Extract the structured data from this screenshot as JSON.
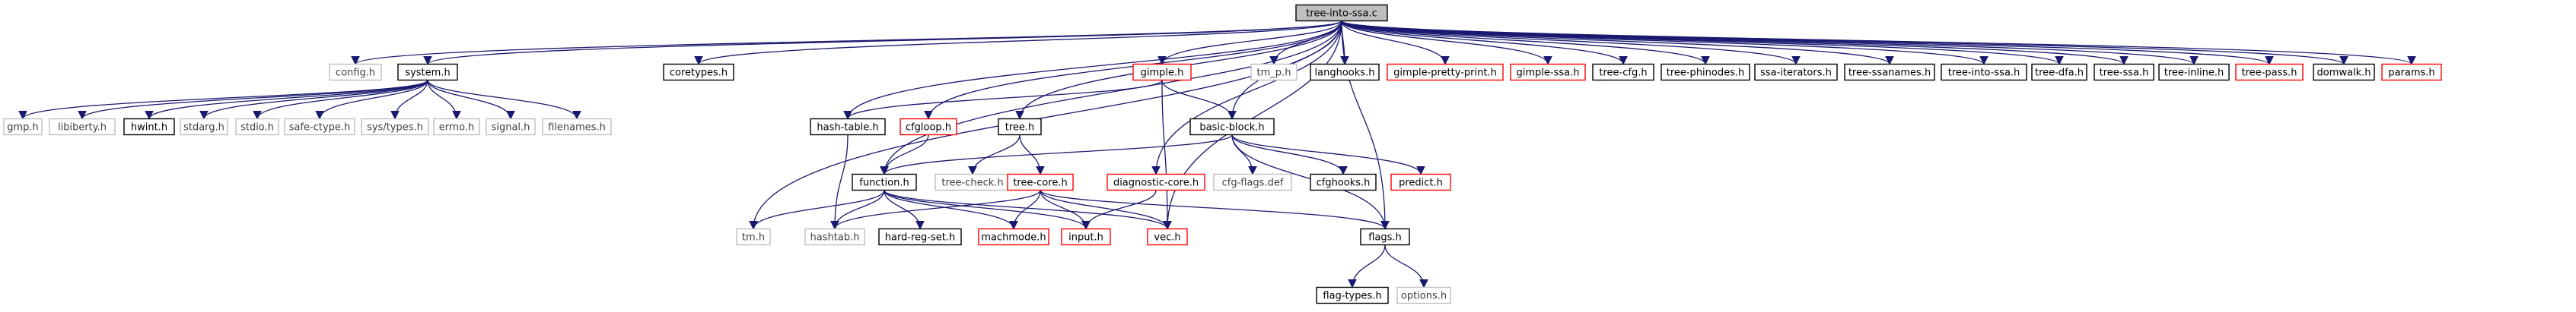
{
  "graph": {
    "title": "",
    "root": "tree-into-ssa.c",
    "colors": {
      "edge": "#191970",
      "root_fill": "#bfbfbf",
      "border_black": "#000000",
      "border_red": "#ff0000",
      "border_gray": "#bfbfbf",
      "text_default": "#000000",
      "text_gray": "#404040"
    },
    "nodes": [
      {
        "id": "tree-into-ssa-c",
        "label": "tree-into-ssa.c",
        "style": "root"
      },
      {
        "id": "config-h",
        "label": "config.h",
        "style": "gray"
      },
      {
        "id": "system-h",
        "label": "system.h",
        "style": "black"
      },
      {
        "id": "coretypes-h",
        "label": "coretypes.h",
        "style": "black"
      },
      {
        "id": "hash-table-h",
        "label": "hash-table.h",
        "style": "black"
      },
      {
        "id": "cfgloop-h",
        "label": "cfgloop.h",
        "style": "red"
      },
      {
        "id": "tree-h",
        "label": "tree.h",
        "style": "black"
      },
      {
        "id": "gimple-h",
        "label": "gimple.h",
        "style": "red"
      },
      {
        "id": "tm-p-h",
        "label": "tm_p.h",
        "style": "gray"
      },
      {
        "id": "langhooks-h",
        "label": "langhooks.h",
        "style": "black"
      },
      {
        "id": "gimple-pretty-print-h",
        "label": "gimple-pretty-print.h",
        "style": "red"
      },
      {
        "id": "gimple-ssa-h",
        "label": "gimple-ssa.h",
        "style": "red"
      },
      {
        "id": "tree-cfg-h",
        "label": "tree-cfg.h",
        "style": "black"
      },
      {
        "id": "tree-phinodes-h",
        "label": "tree-phinodes.h",
        "style": "black"
      },
      {
        "id": "ssa-iterators-h",
        "label": "ssa-iterators.h",
        "style": "black"
      },
      {
        "id": "tree-ssanames-h",
        "label": "tree-ssanames.h",
        "style": "black"
      },
      {
        "id": "tree-into-ssa-h",
        "label": "tree-into-ssa.h",
        "style": "black"
      },
      {
        "id": "tree-dfa-h",
        "label": "tree-dfa.h",
        "style": "black"
      },
      {
        "id": "tree-ssa-h",
        "label": "tree-ssa.h",
        "style": "black"
      },
      {
        "id": "tree-inline-h",
        "label": "tree-inline.h",
        "style": "black"
      },
      {
        "id": "tree-pass-h",
        "label": "tree-pass.h",
        "style": "red"
      },
      {
        "id": "domwalk-h",
        "label": "domwalk.h",
        "style": "black"
      },
      {
        "id": "params-h",
        "label": "params.h",
        "style": "red"
      },
      {
        "id": "gmp-h",
        "label": "gmp.h",
        "style": "gray"
      },
      {
        "id": "libiberty-h",
        "label": "libiberty.h",
        "style": "gray"
      },
      {
        "id": "hwint-h",
        "label": "hwint.h",
        "style": "black"
      },
      {
        "id": "stdarg-h",
        "label": "stdarg.h",
        "style": "gray"
      },
      {
        "id": "stdio-h",
        "label": "stdio.h",
        "style": "gray"
      },
      {
        "id": "safe-ctype-h",
        "label": "safe-ctype.h",
        "style": "gray"
      },
      {
        "id": "sys-types-h",
        "label": "sys/types.h",
        "style": "gray"
      },
      {
        "id": "errno-h",
        "label": "errno.h",
        "style": "gray"
      },
      {
        "id": "signal-h",
        "label": "signal.h",
        "style": "gray"
      },
      {
        "id": "filenames-h",
        "label": "filenames.h",
        "style": "gray"
      },
      {
        "id": "basic-block-h",
        "label": "basic-block.h",
        "style": "black"
      },
      {
        "id": "tree-check-h",
        "label": "tree-check.h",
        "style": "gray"
      },
      {
        "id": "tree-core-h",
        "label": "tree-core.h",
        "style": "red"
      },
      {
        "id": "diagnostic-core-h",
        "label": "diagnostic-core.h",
        "style": "red"
      },
      {
        "id": "function-h",
        "label": "function.h",
        "style": "black"
      },
      {
        "id": "cfg-flags-def",
        "label": "cfg-flags.def",
        "style": "gray"
      },
      {
        "id": "cfghooks-h",
        "label": "cfghooks.h",
        "style": "black"
      },
      {
        "id": "predict-h",
        "label": "predict.h",
        "style": "red"
      },
      {
        "id": "tm-h",
        "label": "tm.h",
        "style": "gray"
      },
      {
        "id": "hashtab-h",
        "label": "hashtab.h",
        "style": "gray"
      },
      {
        "id": "hard-reg-set-h",
        "label": "hard-reg-set.h",
        "style": "black"
      },
      {
        "id": "machmode-h",
        "label": "machmode.h",
        "style": "red"
      },
      {
        "id": "input-h",
        "label": "input.h",
        "style": "red"
      },
      {
        "id": "vec-h",
        "label": "vec.h",
        "style": "red"
      },
      {
        "id": "flags-h",
        "label": "flags.h",
        "style": "black"
      },
      {
        "id": "flag-types-h",
        "label": "flag-types.h",
        "style": "black"
      },
      {
        "id": "options-h",
        "label": "options.h",
        "style": "gray"
      }
    ],
    "edges": [
      [
        "tree-into-ssa-c",
        "config-h"
      ],
      [
        "tree-into-ssa-c",
        "system-h"
      ],
      [
        "tree-into-ssa-c",
        "coretypes-h"
      ],
      [
        "tree-into-ssa-c",
        "hash-table-h"
      ],
      [
        "tree-into-ssa-c",
        "cfgloop-h"
      ],
      [
        "tree-into-ssa-c",
        "tree-h"
      ],
      [
        "tree-into-ssa-c",
        "gimple-h"
      ],
      [
        "tree-into-ssa-c",
        "tm-p-h"
      ],
      [
        "tree-into-ssa-c",
        "langhooks-h"
      ],
      [
        "tree-into-ssa-c",
        "gimple-pretty-print-h"
      ],
      [
        "tree-into-ssa-c",
        "gimple-ssa-h"
      ],
      [
        "tree-into-ssa-c",
        "tree-cfg-h"
      ],
      [
        "tree-into-ssa-c",
        "tree-phinodes-h"
      ],
      [
        "tree-into-ssa-c",
        "ssa-iterators-h"
      ],
      [
        "tree-into-ssa-c",
        "tree-ssanames-h"
      ],
      [
        "tree-into-ssa-c",
        "tree-into-ssa-h"
      ],
      [
        "tree-into-ssa-c",
        "tree-dfa-h"
      ],
      [
        "tree-into-ssa-c",
        "tree-ssa-h"
      ],
      [
        "tree-into-ssa-c",
        "tree-inline-h"
      ],
      [
        "tree-into-ssa-c",
        "tree-pass-h"
      ],
      [
        "tree-into-ssa-c",
        "domwalk-h"
      ],
      [
        "tree-into-ssa-c",
        "params-h"
      ],
      [
        "tree-into-ssa-c",
        "basic-block-h"
      ],
      [
        "tree-into-ssa-c",
        "function-h"
      ],
      [
        "tree-into-ssa-c",
        "diagnostic-core-h"
      ],
      [
        "tree-into-ssa-c",
        "tm-h"
      ],
      [
        "tree-into-ssa-c",
        "vec-h"
      ],
      [
        "tree-into-ssa-c",
        "flags-h"
      ],
      [
        "system-h",
        "gmp-h"
      ],
      [
        "system-h",
        "libiberty-h"
      ],
      [
        "system-h",
        "hwint-h"
      ],
      [
        "system-h",
        "stdarg-h"
      ],
      [
        "system-h",
        "stdio-h"
      ],
      [
        "system-h",
        "safe-ctype-h"
      ],
      [
        "system-h",
        "sys-types-h"
      ],
      [
        "system-h",
        "errno-h"
      ],
      [
        "system-h",
        "signal-h"
      ],
      [
        "system-h",
        "filenames-h"
      ],
      [
        "hash-table-h",
        "hashtab-h"
      ],
      [
        "cfgloop-h",
        "function-h"
      ],
      [
        "tree-h",
        "tree-check-h"
      ],
      [
        "tree-h",
        "tree-core-h"
      ],
      [
        "gimple-h",
        "hash-table-h"
      ],
      [
        "gimple-h",
        "basic-block-h"
      ],
      [
        "gimple-h",
        "vec-h"
      ],
      [
        "basic-block-h",
        "function-h"
      ],
      [
        "basic-block-h",
        "cfg-flags-def"
      ],
      [
        "basic-block-h",
        "cfghooks-h"
      ],
      [
        "basic-block-h",
        "predict-h"
      ],
      [
        "basic-block-h",
        "flags-h"
      ],
      [
        "diagnostic-core-h",
        "input-h"
      ],
      [
        "function-h",
        "tm-h"
      ],
      [
        "function-h",
        "hashtab-h"
      ],
      [
        "function-h",
        "hard-reg-set-h"
      ],
      [
        "function-h",
        "machmode-h"
      ],
      [
        "function-h",
        "input-h"
      ],
      [
        "function-h",
        "vec-h"
      ],
      [
        "tree-core-h",
        "hashtab-h"
      ],
      [
        "tree-core-h",
        "machmode-h"
      ],
      [
        "tree-core-h",
        "input-h"
      ],
      [
        "tree-core-h",
        "vec-h"
      ],
      [
        "tree-core-h",
        "flags-h"
      ],
      [
        "flags-h",
        "flag-types-h"
      ],
      [
        "flags-h",
        "options-h"
      ]
    ]
  }
}
